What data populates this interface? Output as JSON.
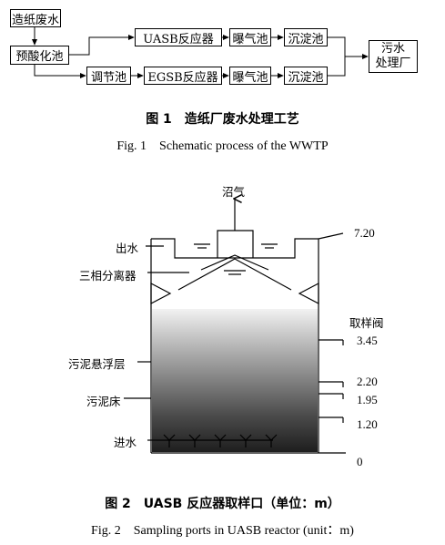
{
  "figure1": {
    "nodes": {
      "paper_wastewater": "造纸废水",
      "preacid_tank": "预酸化池",
      "uasb_reactor": "UASB反应器",
      "aeration_tank_1": "曝气池",
      "settling_tank_1": "沉淀池",
      "regulating_tank": "调节池",
      "egsb_reactor": "EGSB反应器",
      "aeration_tank_2": "曝气池",
      "settling_tank_2": "沉淀池",
      "sewage_plant_line1": "污水",
      "sewage_plant_line2": "处理厂"
    },
    "caption_cn": "图 1　造纸厂废水处理工艺",
    "caption_en": "Fig. 1　Schematic process of the WWTP"
  },
  "figure2": {
    "labels": {
      "biogas": "沼气",
      "outlet": "出水",
      "three_phase_separator": "三相分离器",
      "sampling_valve": "取样阀",
      "sludge_blanket": "污泥悬浮层",
      "sludge_bed": "污泥床",
      "inlet": "进水"
    },
    "heights": {
      "top": "7.20",
      "port_1": "3.45",
      "port_2": "2.20",
      "port_3": "1.95",
      "port_4": "1.20",
      "bottom": "0"
    },
    "caption_cn": "图 2　UASB 反应器取样口（单位：m）",
    "caption_en": "Fig. 2　Sampling ports in UASB reactor (unit：m)"
  }
}
